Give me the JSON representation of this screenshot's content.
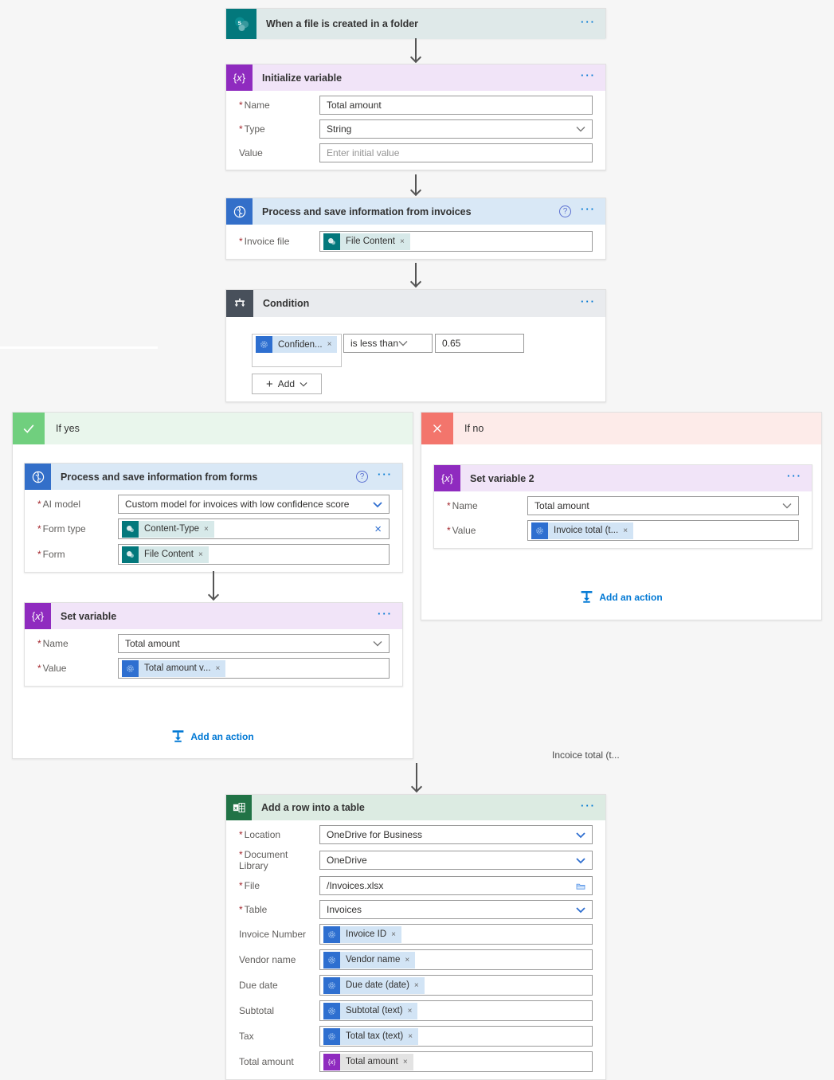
{
  "ui": {
    "required_glyph": "*",
    "close_glyph": "×",
    "menu_glyph": "···",
    "help_glyph": "?",
    "plus_glyph": "+"
  },
  "colors": {
    "accent_blue": "#0078d4",
    "sharepoint_teal": "#03787c",
    "ai_builder_blue": "#336fc9",
    "variable_purple": "#8f2bbf",
    "condition_dark": "#48505b",
    "if_yes_green": "#70cf7e",
    "if_no_red": "#f3756c",
    "excel_green": "#217346"
  },
  "trigger": {
    "title": "When a file is created in a folder"
  },
  "initialize_variable": {
    "title": "Initialize variable",
    "name_label": "Name",
    "name_value": "Total amount",
    "type_label": "Type",
    "type_value": "String",
    "value_label": "Value",
    "value_placeholder": "Enter initial value"
  },
  "process_invoices": {
    "title": "Process and save information from invoices",
    "invoice_file_label": "Invoice file",
    "invoice_file_pill": "File Content"
  },
  "condition": {
    "title": "Condition",
    "operand_pill": "Confiden...",
    "operator_value": "is less than",
    "value": "0.65",
    "add_button": "Add"
  },
  "if_yes": {
    "label": "If yes",
    "process_forms": {
      "title": "Process and save information from forms",
      "ai_model_label": "AI model",
      "ai_model_value": "Custom model for invoices with low confidence score",
      "form_type_label": "Form type",
      "form_type_pill": "Content-Type",
      "form_label": "Form",
      "form_pill": "File Content"
    },
    "set_variable": {
      "title": "Set variable",
      "name_label": "Name",
      "name_value": "Total amount",
      "value_label": "Value",
      "value_pill": "Total amount v..."
    },
    "add_action_label": "Add an action"
  },
  "if_no": {
    "label": "If no",
    "set_variable_2": {
      "title": "Set variable 2",
      "name_label": "Name",
      "name_value": "Total amount",
      "value_label": "Value",
      "value_pill": "Invoice total (t..."
    },
    "add_action_label": "Add an action"
  },
  "floating_text": "Incoice total (t...",
  "add_row": {
    "title": "Add a row into a table",
    "location_label": "Location",
    "location_value": "OneDrive for Business",
    "library_label": "Document Library",
    "library_value": "OneDrive",
    "file_label": "File",
    "file_value": "/Invoices.xlsx",
    "table_label": "Table",
    "table_value": "Invoices",
    "invoice_number_label": "Invoice Number",
    "invoice_number_pill": "Invoice ID",
    "vendor_label": "Vendor name",
    "vendor_pill": "Vendor name",
    "due_date_label": "Due date",
    "due_date_pill": "Due date (date)",
    "subtotal_label": "Subtotal",
    "subtotal_pill": "Subtotal (text)",
    "tax_label": "Tax",
    "tax_pill": "Total tax (text)",
    "total_label": "Total amount",
    "total_pill": "Total amount"
  }
}
